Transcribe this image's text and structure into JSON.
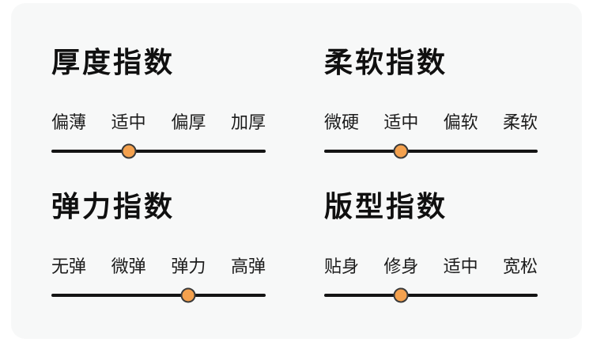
{
  "page": {
    "background_color": "#ffffff",
    "card_background_color": "#f7f8f8"
  },
  "accent": {
    "dot_fill_color": "#f4a14e",
    "dot_border_color": "#3a3a3a",
    "track_color": "#141414"
  },
  "sections": [
    {
      "id": "thickness",
      "title": "厚度指数",
      "labels": [
        "偏薄",
        "适中",
        "偏厚",
        "加厚"
      ],
      "selected_index": 1,
      "selected_label": "适中"
    },
    {
      "id": "softness",
      "title": "柔软指数",
      "labels": [
        "微硬",
        "适中",
        "偏软",
        "柔软"
      ],
      "selected_index": 1,
      "selected_label": "适中"
    },
    {
      "id": "elasticity",
      "title": "弹力指数",
      "labels": [
        "无弹",
        "微弹",
        "弹力",
        "高弹"
      ],
      "selected_index": 2,
      "selected_label": "弹力"
    },
    {
      "id": "fit",
      "title": "版型指数",
      "labels": [
        "贴身",
        "修身",
        "适中",
        "宽松"
      ],
      "selected_index": 1,
      "selected_label": "修身"
    }
  ]
}
